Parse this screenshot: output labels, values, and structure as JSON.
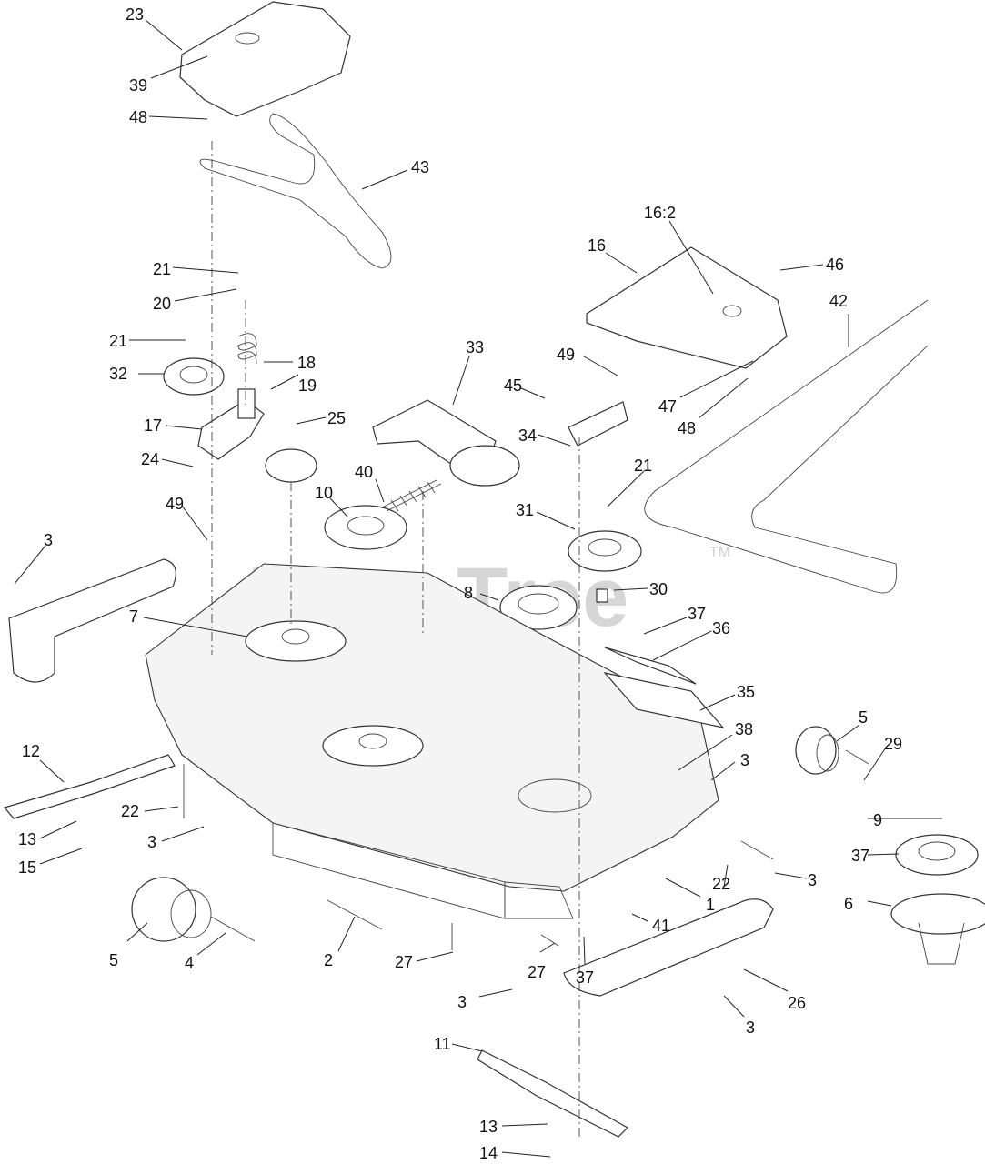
{
  "diagram": {
    "title": "Mower deck exploded parts diagram",
    "watermark": "PartsTree",
    "watermark_mark": "TM",
    "callouts": [
      {
        "id": "c23",
        "label": "23"
      },
      {
        "id": "c39",
        "label": "39"
      },
      {
        "id": "c48a",
        "label": "48"
      },
      {
        "id": "c43",
        "label": "43"
      },
      {
        "id": "c21a",
        "label": "21"
      },
      {
        "id": "c20",
        "label": "20"
      },
      {
        "id": "c21b",
        "label": "21"
      },
      {
        "id": "c32",
        "label": "32"
      },
      {
        "id": "c18",
        "label": "18"
      },
      {
        "id": "c19",
        "label": "19"
      },
      {
        "id": "c17",
        "label": "17"
      },
      {
        "id": "c25",
        "label": "25"
      },
      {
        "id": "c24",
        "label": "24"
      },
      {
        "id": "c162",
        "label": "16:2"
      },
      {
        "id": "c16",
        "label": "16"
      },
      {
        "id": "c46",
        "label": "46"
      },
      {
        "id": "c42",
        "label": "42"
      },
      {
        "id": "c33",
        "label": "33"
      },
      {
        "id": "c49a",
        "label": "49"
      },
      {
        "id": "c45",
        "label": "45"
      },
      {
        "id": "c47",
        "label": "47"
      },
      {
        "id": "c48b",
        "label": "48"
      },
      {
        "id": "c34",
        "label": "34"
      },
      {
        "id": "c40",
        "label": "40"
      },
      {
        "id": "c21c",
        "label": "21"
      },
      {
        "id": "c10",
        "label": "10"
      },
      {
        "id": "c31",
        "label": "31"
      },
      {
        "id": "c49b",
        "label": "49"
      },
      {
        "id": "c3a",
        "label": "3"
      },
      {
        "id": "c8",
        "label": "8"
      },
      {
        "id": "c30",
        "label": "30"
      },
      {
        "id": "c7",
        "label": "7"
      },
      {
        "id": "c37a",
        "label": "37"
      },
      {
        "id": "c36",
        "label": "36"
      },
      {
        "id": "c35",
        "label": "35"
      },
      {
        "id": "c5a",
        "label": "5"
      },
      {
        "id": "c12",
        "label": "12"
      },
      {
        "id": "c38",
        "label": "38"
      },
      {
        "id": "c29",
        "label": "29"
      },
      {
        "id": "c3b",
        "label": "3"
      },
      {
        "id": "c22a",
        "label": "22"
      },
      {
        "id": "c13a",
        "label": "13"
      },
      {
        "id": "c3c",
        "label": "3"
      },
      {
        "id": "c15",
        "label": "15"
      },
      {
        "id": "c9",
        "label": "9"
      },
      {
        "id": "c37b",
        "label": "37"
      },
      {
        "id": "c22b",
        "label": "22"
      },
      {
        "id": "c3d",
        "label": "3"
      },
      {
        "id": "c6",
        "label": "6"
      },
      {
        "id": "c1",
        "label": "1"
      },
      {
        "id": "c5b",
        "label": "5"
      },
      {
        "id": "c41",
        "label": "41"
      },
      {
        "id": "c2",
        "label": "2"
      },
      {
        "id": "c4",
        "label": "4"
      },
      {
        "id": "c27a",
        "label": "27"
      },
      {
        "id": "c27b",
        "label": "27"
      },
      {
        "id": "c37c",
        "label": "37"
      },
      {
        "id": "c3e",
        "label": "3"
      },
      {
        "id": "c26",
        "label": "26"
      },
      {
        "id": "c3f",
        "label": "3"
      },
      {
        "id": "c11",
        "label": "11"
      },
      {
        "id": "c13b",
        "label": "13"
      },
      {
        "id": "c14",
        "label": "14"
      }
    ]
  }
}
